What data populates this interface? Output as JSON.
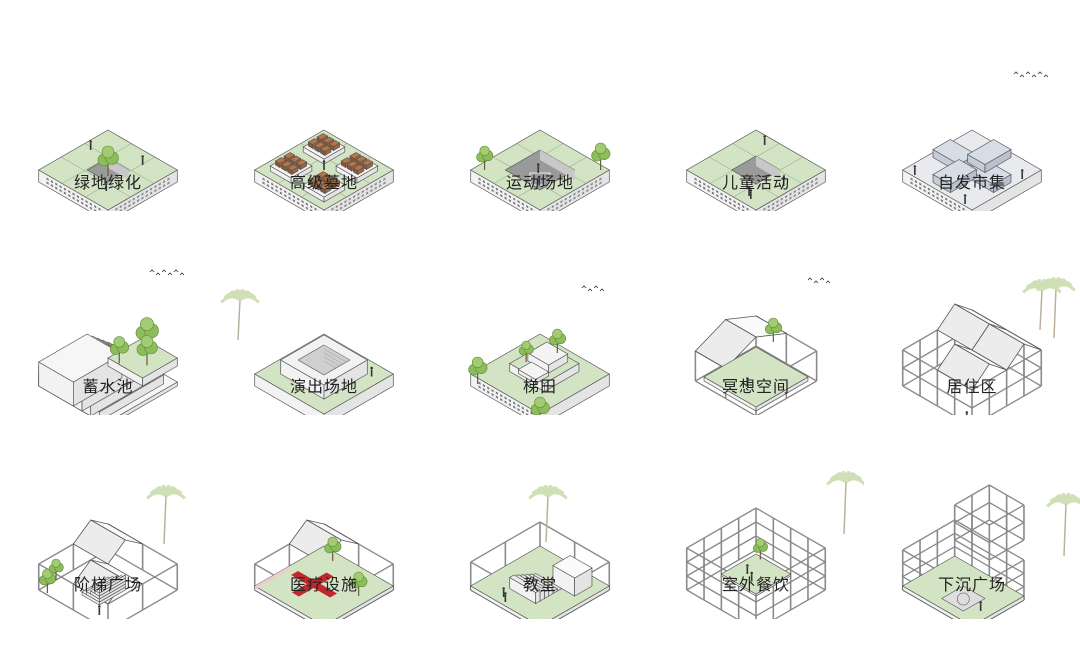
{
  "diagram": {
    "palette": {
      "green_top": "#d3e4c4",
      "green_side": "#b9cfaa",
      "white_side": "#f2f2f2",
      "line": "#555555",
      "frame": "#8a8a8a",
      "tree": "#8cbd5a",
      "palm": "#cfe0b6",
      "brick": "#b5764a",
      "red": "#c0282d",
      "grey_glass": "#d6dde6"
    },
    "items": [
      {
        "label": "绿地绿化",
        "icon": "green-square-plaza-icon"
      },
      {
        "label": "高级墓地",
        "icon": "cemetery-plots-icon"
      },
      {
        "label": "运动场地",
        "icon": "sports-court-icon"
      },
      {
        "label": "儿童活动",
        "icon": "playground-icon"
      },
      {
        "label": "自发市集",
        "icon": "market-canopy-icon"
      },
      {
        "label": "蓄水池",
        "icon": "stepped-reservoir-icon"
      },
      {
        "label": "演出场地",
        "icon": "amphitheater-icon"
      },
      {
        "label": "梯田",
        "icon": "terrace-field-icon"
      },
      {
        "label": "冥想空间",
        "icon": "meditation-pavilion-icon"
      },
      {
        "label": "居住区",
        "icon": "residential-frame-icon"
      },
      {
        "label": "阶梯广场",
        "icon": "stepped-plaza-icon"
      },
      {
        "label": "医疗设施",
        "icon": "medical-facility-icon"
      },
      {
        "label": "教堂",
        "icon": "church-icon"
      },
      {
        "label": "室外餐饮",
        "icon": "outdoor-dining-frame-icon"
      },
      {
        "label": "下沉广场",
        "icon": "sunken-plaza-tower-icon"
      }
    ]
  }
}
